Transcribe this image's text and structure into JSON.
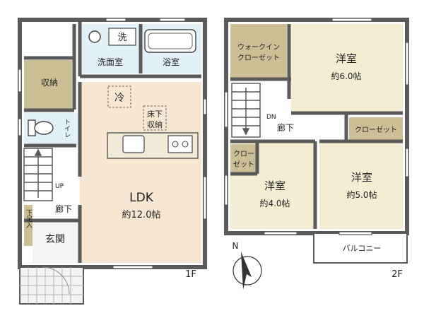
{
  "floor1": {
    "tag": "1F",
    "rooms": {
      "storage": "収納",
      "washroom": "洗面室",
      "washer": "洗",
      "bath": "浴室",
      "fridge": "冷",
      "underfloor_1": "床下",
      "underfloor_2": "収納",
      "toilet": "トイレ",
      "up": "UP",
      "hall": "廊下",
      "shoebox": "下足入",
      "entrance": "玄関",
      "ldk": "LDK",
      "ldk_size": "約12.0帖"
    }
  },
  "floor2": {
    "tag": "2F",
    "rooms": {
      "walkin_1": "ウォークイン",
      "walkin_2": "クローゼット",
      "western_a": "洋室",
      "western_a_size": "約6.0帖",
      "dn": "DN",
      "hall": "廊下",
      "closet_right": "クローゼット",
      "closet_small_1": "クロー",
      "closet_small_2": "ゼット",
      "western_b": "洋室",
      "western_b_size": "約4.0帖",
      "western_c": "洋室",
      "western_c_size": "約5.0帖",
      "balcony": "バルコニー"
    }
  },
  "compass": {
    "north": "N"
  },
  "colors": {
    "wall": "#5a5a5a",
    "ldk_floor": "#f6e6d2",
    "storage_floor": "#cdbf95",
    "wet_floor": "#e2f1f8",
    "western_floor": "#f4ecd3",
    "hall_floor": "#ffffff"
  }
}
